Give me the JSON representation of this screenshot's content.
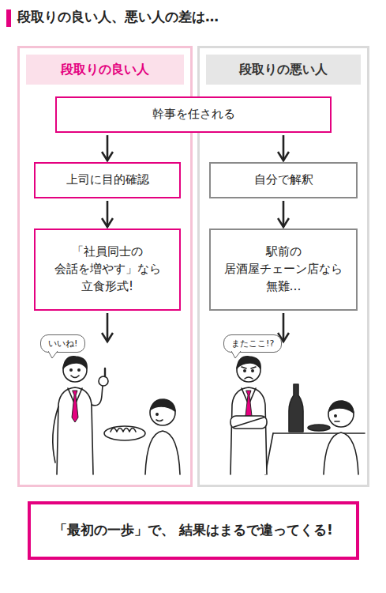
{
  "diagram": {
    "title": "段取りの良い人、悪い人の差は…",
    "nodes": [
      {
        "text": [
          "段取りの良い人"
        ]
      },
      {
        "text": [
          "段取りの悪い人"
        ]
      },
      {
        "text": [
          "幹事を任される"
        ]
      },
      {
        "text": [
          "上司に目的確認"
        ],
        "in": 0
      },
      {
        "text": [
          "「社員同士の 会話を増やす」なら 立食形式!"
        ],
        "in": 0
      },
      {
        "text": [
          "いいね!"
        ],
        "in": 0
      },
      {
        "text": [
          "自分で解釈"
        ],
        "in": 1
      },
      {
        "text": [
          "駅前の 居酒屋チェーン店なら 無難…"
        ],
        "in": 1
      },
      {
        "text": [
          "またここ!?"
        ],
        "in": 1
      },
      {
        "text": [
          "「最初の一歩」で、 結果はまるで違ってくる!"
        ]
      }
    ],
    "edges": [
      {
        "from": 2,
        "to": 3,
        "arrow": "to"
      },
      {
        "from": 2,
        "to": 6,
        "arrow": "to"
      },
      {
        "from": 3,
        "to": 4,
        "arrow": "to"
      },
      {
        "from": 6,
        "to": 7,
        "arrow": "to"
      }
    ]
  }
}
